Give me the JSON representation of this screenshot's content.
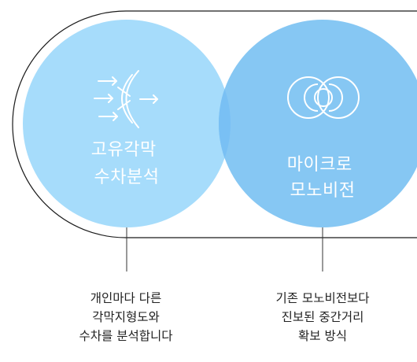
{
  "steps": [
    {
      "icon": "corneal-aberration-icon",
      "title": [
        "고유각막",
        "수차분석"
      ],
      "caption": [
        "개인마다 다른",
        "각막지형도와",
        "수차를 분석합니다"
      ],
      "color": "#a6dcfb"
    },
    {
      "icon": "micro-monovision-icon",
      "title": [
        "마이크로",
        "모노비전"
      ],
      "caption": [
        "기존 모노비전보다",
        "진보된 중간거리",
        "확보 방식"
      ],
      "color": "#86c7f3"
    }
  ],
  "colors": {
    "overlap": "#79c0f4",
    "partial_circle": "#4e94d3",
    "outline": "#1a1a1a",
    "connector": "#333333",
    "caption_text": "#222222"
  }
}
